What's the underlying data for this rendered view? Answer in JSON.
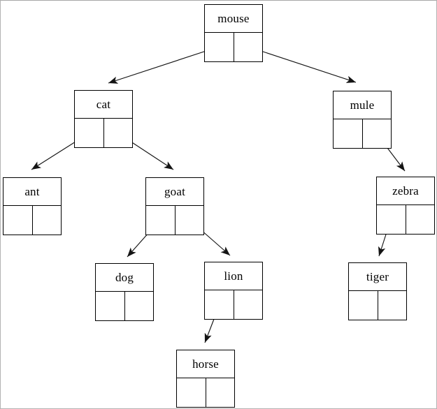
{
  "diagram": {
    "type": "binary-tree",
    "nodes": [
      {
        "id": "mouse",
        "label": "mouse",
        "left": "cat",
        "right": "mule"
      },
      {
        "id": "cat",
        "label": "cat",
        "left": "ant",
        "right": "goat"
      },
      {
        "id": "mule",
        "label": "mule",
        "left": null,
        "right": "zebra"
      },
      {
        "id": "ant",
        "label": "ant",
        "left": null,
        "right": null
      },
      {
        "id": "goat",
        "label": "goat",
        "left": "dog",
        "right": "lion"
      },
      {
        "id": "zebra",
        "label": "zebra",
        "left": "tiger",
        "right": null
      },
      {
        "id": "dog",
        "label": "dog",
        "left": null,
        "right": null
      },
      {
        "id": "lion",
        "label": "lion",
        "left": "horse",
        "right": null
      },
      {
        "id": "tiger",
        "label": "tiger",
        "left": null,
        "right": null
      },
      {
        "id": "horse",
        "label": "horse",
        "left": null,
        "right": null
      }
    ],
    "edges": [
      {
        "from": "mouse",
        "slot": "left",
        "to": "cat"
      },
      {
        "from": "mouse",
        "slot": "right",
        "to": "mule"
      },
      {
        "from": "cat",
        "slot": "left",
        "to": "ant"
      },
      {
        "from": "cat",
        "slot": "right",
        "to": "goat"
      },
      {
        "from": "goat",
        "slot": "left",
        "to": "dog"
      },
      {
        "from": "goat",
        "slot": "right",
        "to": "lion"
      },
      {
        "from": "mule",
        "slot": "right",
        "to": "zebra"
      },
      {
        "from": "zebra",
        "slot": "left",
        "to": "tiger"
      },
      {
        "from": "lion",
        "slot": "left",
        "to": "horse"
      }
    ],
    "colors": {
      "line": "#141414",
      "node_border": "#000000",
      "background": "#ffffff",
      "page_border": "#b3b3b3"
    }
  }
}
